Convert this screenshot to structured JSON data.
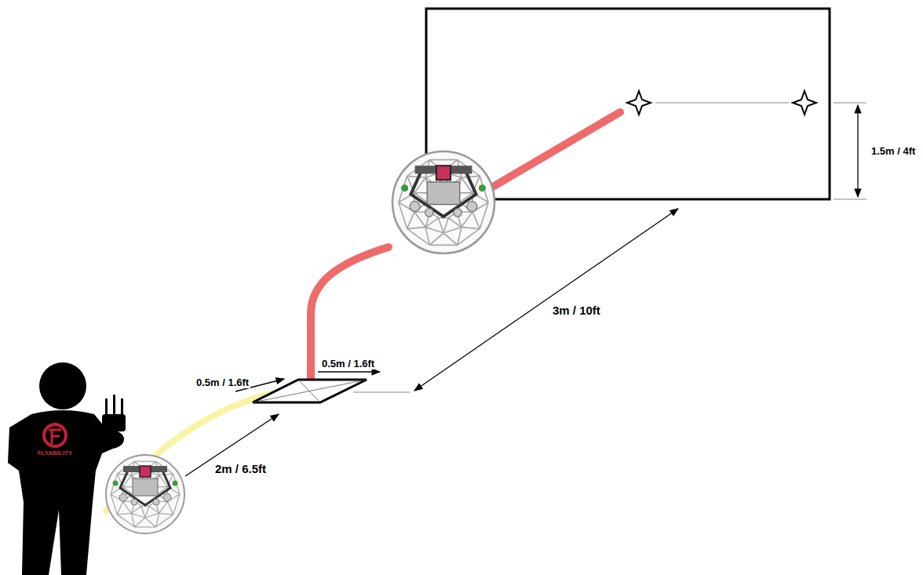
{
  "diagram": {
    "labels": [
      "0.5m / 1.6ft",
      "0.5m / 1.6ft",
      "2m / 6.5ft",
      "3m / 10ft",
      "1.5m / 4ft",
      "FLYABILITY"
    ]
  }
}
